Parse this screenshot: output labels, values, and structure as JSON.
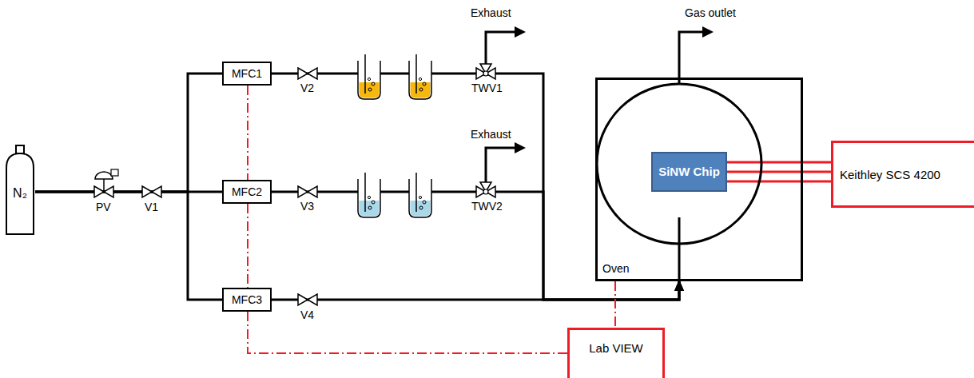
{
  "diagram": {
    "nodes": [
      {
        "text": [
          "N₂"
        ]
      },
      {
        "text": [
          "MFC1"
        ]
      },
      {
        "text": [
          "MFC2"
        ]
      },
      {
        "text": [
          "MFC3"
        ]
      },
      {
        "text": [
          "Oven"
        ]
      },
      {
        "text": [
          "SiNW Chip"
        ],
        "in": 4
      },
      {
        "text": [
          "Keithley SCS 4200"
        ]
      },
      {
        "text": [
          "Lab VIEW"
        ]
      }
    ],
    "edges": [
      {
        "from": 0,
        "to": 1,
        "arrow": "none"
      },
      {
        "from": 0,
        "to": 2,
        "arrow": "none"
      },
      {
        "from": 0,
        "to": 3,
        "arrow": "none"
      },
      {
        "from": 1,
        "to": 4,
        "arrow": "to"
      },
      {
        "from": 2,
        "to": 4,
        "arrow": "to"
      },
      {
        "from": 3,
        "to": 4,
        "arrow": "to"
      },
      {
        "from": 1,
        "to": 2,
        "arrow": "none"
      },
      {
        "from": 2,
        "to": 3,
        "arrow": "none"
      },
      {
        "from": 3,
        "to": 7,
        "arrow": "none"
      },
      {
        "from": 4,
        "to": 7,
        "arrow": "none"
      },
      {
        "from": 5,
        "to": 6,
        "arrow": "none"
      }
    ],
    "labels": [
      "PV",
      "V1",
      "V2",
      "V3",
      "V4",
      "TWV1",
      "TWV2",
      "Exhaust",
      "Exhaust",
      "Gas outlet"
    ]
  }
}
